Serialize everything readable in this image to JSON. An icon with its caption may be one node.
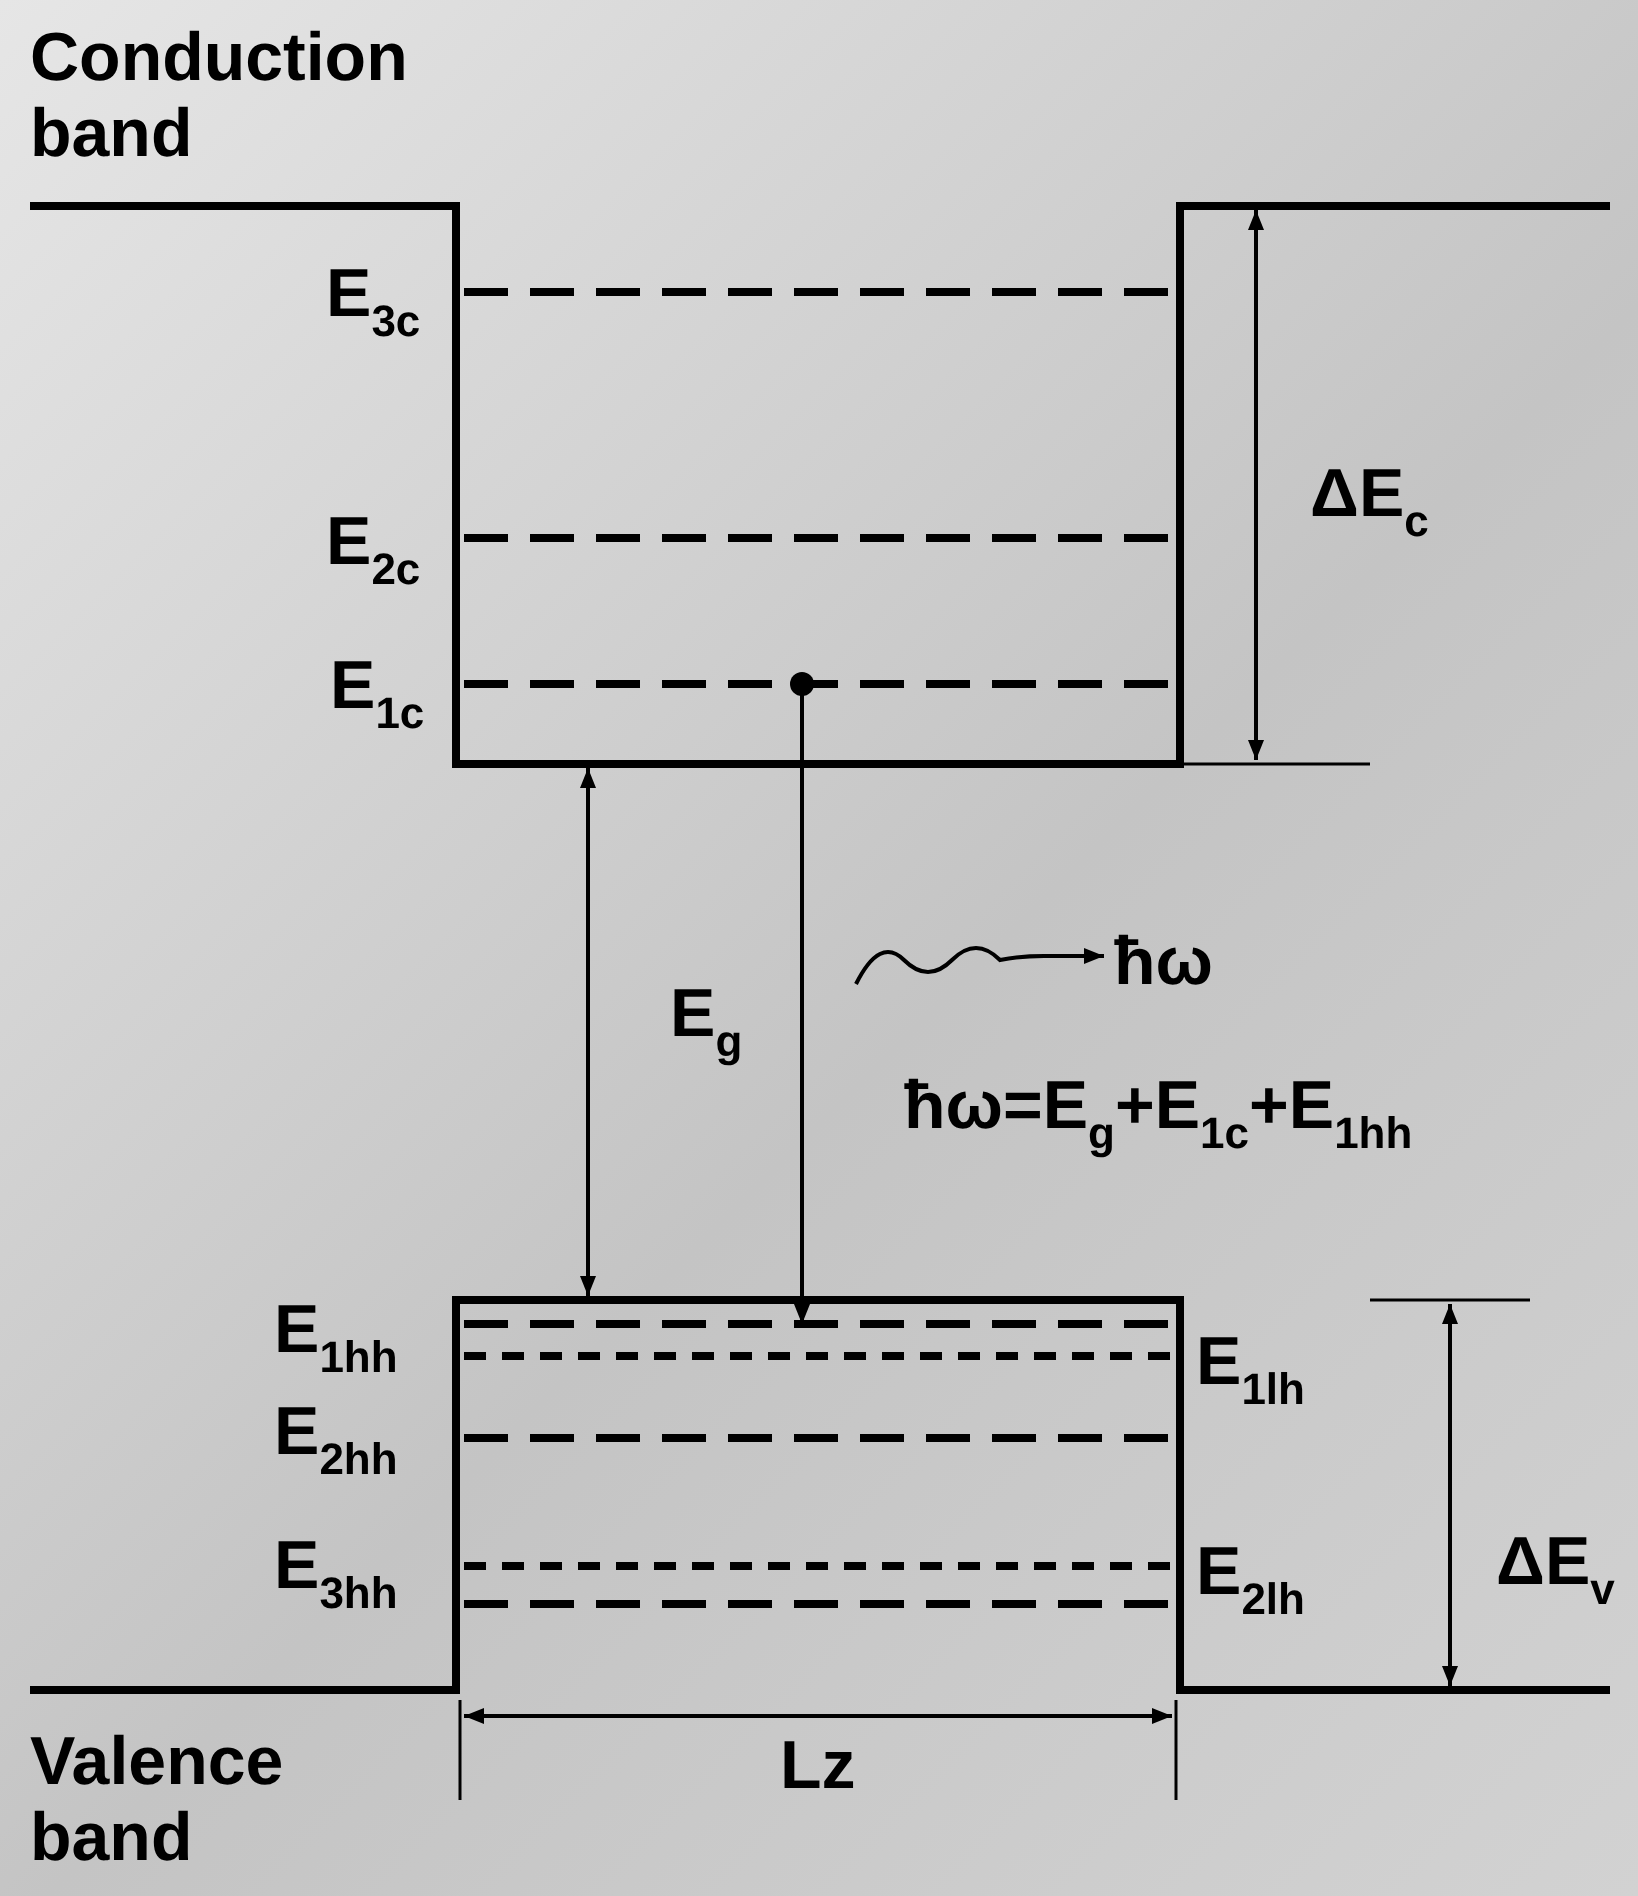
{
  "diagram": {
    "labels": [
      "Conduction band",
      "E$_{3c}$",
      "ΔE$_{c}$",
      "E$_{2c}$",
      "E$_{1c}$",
      "ħω",
      "E$_{g}$",
      "ħω=E$_{g}$+E$_{1c}$+E$_{1hh}$",
      "E$_{1hh}$",
      "E$_{1lh}$",
      "E$_{2hh}$",
      "ΔE$_{v}$",
      "E$_{3hh}$",
      "E$_{2lh}$",
      "Valence band",
      "Lz"
    ]
  }
}
